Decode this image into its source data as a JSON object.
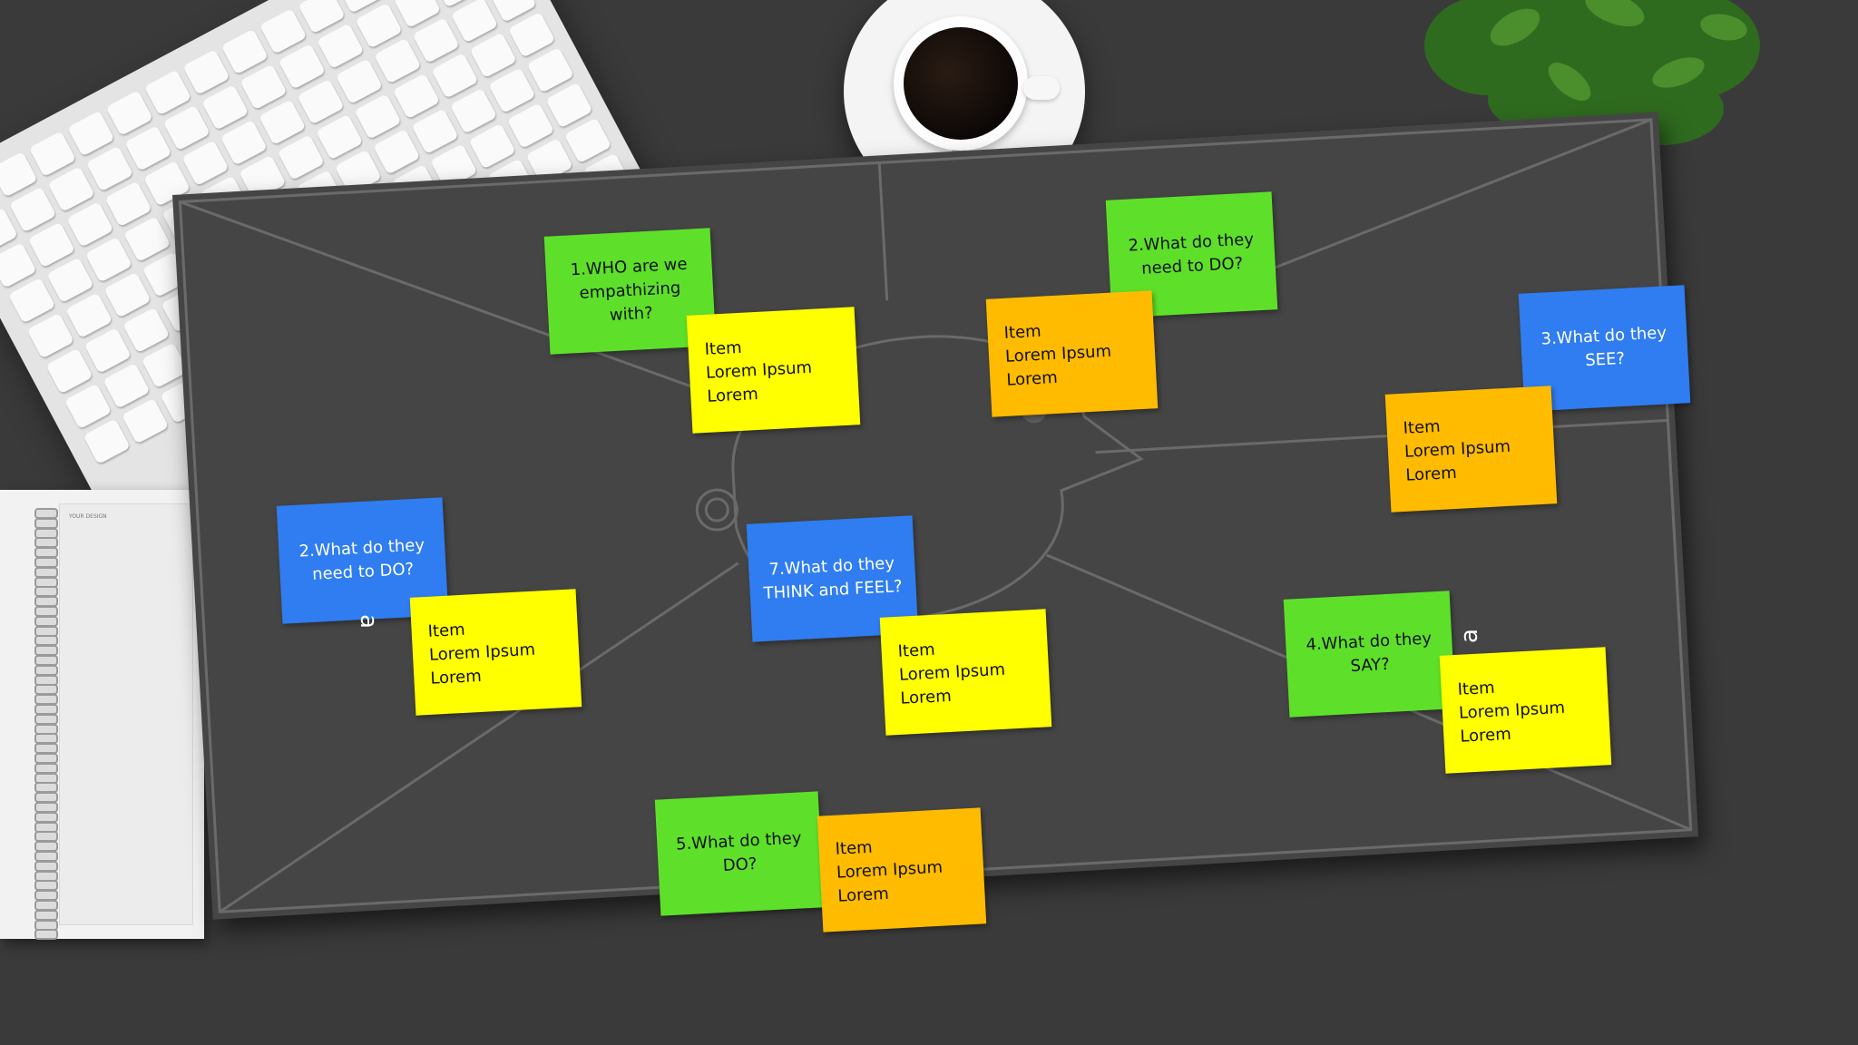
{
  "notebook": {
    "label": "YOUR DESIGN"
  },
  "board": {
    "notes": [
      {
        "id": "who",
        "color": "#5ee02a",
        "text": "1.WHO are we empathizing with?"
      },
      {
        "id": "who-item",
        "color": "#ffff00",
        "lines": [
          "Item",
          "Lorem Ipsum",
          "Lorem"
        ]
      },
      {
        "id": "do-top",
        "color": "#5ee02a",
        "text": "2.What do they need to DO?"
      },
      {
        "id": "do-top-item",
        "color": "#ffbb00",
        "lines": [
          "Item",
          "Lorem Ipsum",
          "Lorem"
        ]
      },
      {
        "id": "see",
        "color": "#2f7df0",
        "text": "3.What do they SEE?"
      },
      {
        "id": "see-item",
        "color": "#ffbb00",
        "lines": [
          "Item",
          "Lorem Ipsum",
          "Lorem"
        ]
      },
      {
        "id": "do-left",
        "color": "#2f7df0",
        "text": "2.What do they need to DO?"
      },
      {
        "id": "do-left-item",
        "color": "#ffff00",
        "lines": [
          "Item",
          "Lorem Ipsum",
          "Lorem"
        ]
      },
      {
        "id": "think",
        "color": "#2f7df0",
        "text": "7.What do they THINK and FEEL?"
      },
      {
        "id": "think-item",
        "color": "#ffff00",
        "lines": [
          "Item",
          "Lorem Ipsum",
          "Lorem"
        ]
      },
      {
        "id": "say",
        "color": "#5ee02a",
        "text": "4.What do they SAY?"
      },
      {
        "id": "say-item",
        "color": "#ffff00",
        "lines": [
          "Item",
          "Lorem Ipsum",
          "Lorem"
        ]
      },
      {
        "id": "do-bottom",
        "color": "#5ee02a",
        "text": "5.What do they DO?"
      },
      {
        "id": "do-bottom-item",
        "color": "#ffbb00",
        "lines": [
          "Item",
          "Lorem Ipsum",
          "Lorem"
        ]
      }
    ],
    "stray_marks": [
      "a",
      "a"
    ]
  }
}
